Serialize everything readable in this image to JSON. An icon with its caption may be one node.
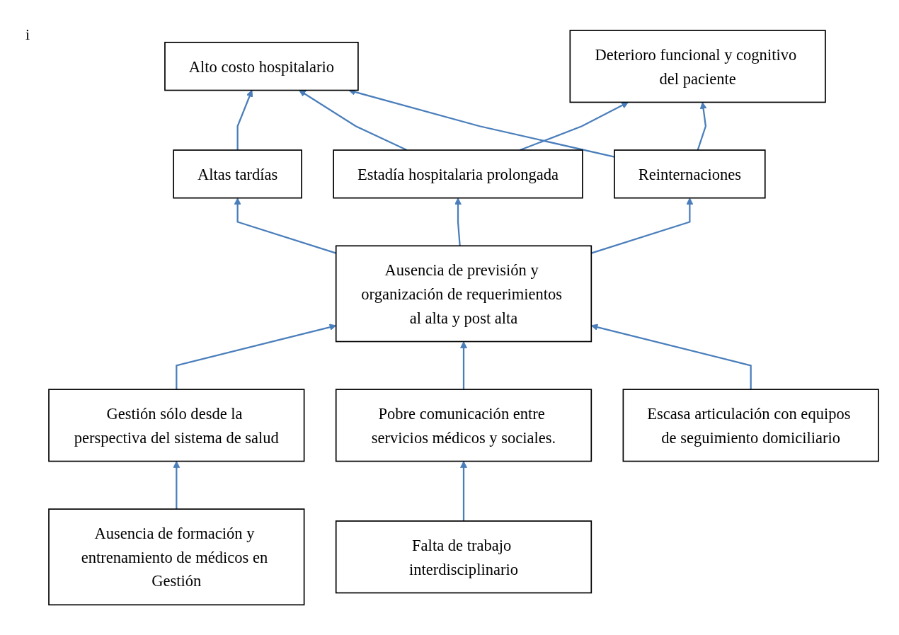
{
  "diagram": {
    "nodes": [
      {
        "text": [
          "Alto costo hospitalario"
        ]
      },
      {
        "text": [
          "Deterioro funcional y cognitivo del paciente"
        ]
      },
      {
        "text": [
          "Altas tardías"
        ]
      },
      {
        "text": [
          "Estadía hospitalaria prolongada"
        ]
      },
      {
        "text": [
          "Reinternaciones"
        ]
      },
      {
        "text": [
          "Ausencia de previsión y organización de requerimientos al alta y post alta"
        ]
      },
      {
        "text": [
          "Gestión sólo desde la perspectiva del sistema de salud"
        ]
      },
      {
        "text": [
          "Pobre comunicación entre servicios médicos y sociales."
        ]
      },
      {
        "text": [
          "Escasa articulación con equipos de seguimiento domiciliario"
        ]
      },
      {
        "text": [
          "Ausencia de formación y entrenamiento de médicos en Gestión"
        ]
      },
      {
        "text": [
          "Falta de trabajo interdisciplinario"
        ]
      }
    ],
    "edges": [
      {
        "from": 2,
        "to": 0,
        "arrow": "to"
      },
      {
        "from": 3,
        "to": 0,
        "arrow": "to"
      },
      {
        "from": 3,
        "to": 1,
        "arrow": "to"
      },
      {
        "from": 4,
        "to": 0,
        "arrow": "to"
      },
      {
        "from": 4,
        "to": 1,
        "arrow": "to"
      },
      {
        "from": 5,
        "to": 2,
        "arrow": "to"
      },
      {
        "from": 5,
        "to": 3,
        "arrow": "to"
      },
      {
        "from": 5,
        "to": 4,
        "arrow": "to"
      },
      {
        "from": 6,
        "to": 5,
        "arrow": "to"
      },
      {
        "from": 7,
        "to": 5,
        "arrow": "to"
      },
      {
        "from": 8,
        "to": 5,
        "arrow": "to"
      },
      {
        "from": 9,
        "to": 6,
        "arrow": "to"
      },
      {
        "from": 10,
        "to": 7,
        "arrow": "to"
      }
    ],
    "labels": [
      "i"
    ]
  }
}
